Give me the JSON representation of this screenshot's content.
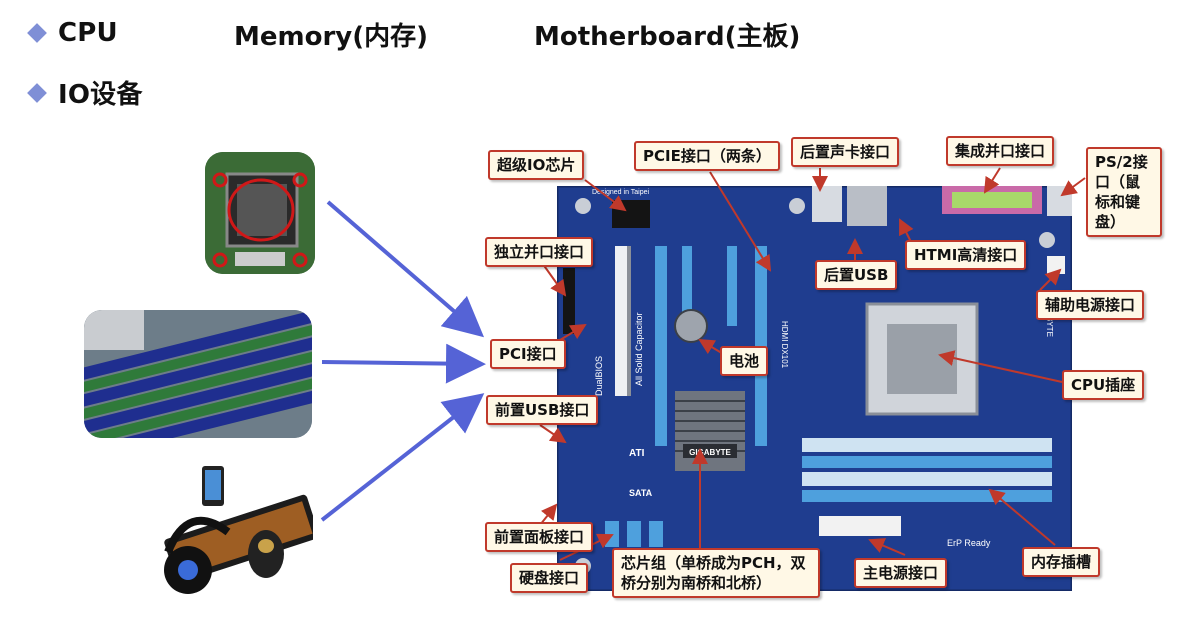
{
  "header": {
    "cpu": "CPU",
    "memory": "Memory(内存)",
    "motherboard": "Motherboard(主板)",
    "io": "IO设备"
  },
  "board": {
    "silk_gigabyte": "GIGABYTE",
    "silk_solid": "All Solid Capacitor",
    "silk_dualbios": "DualBIOS",
    "silk_erp": "ErP Ready",
    "silk_designed": "Designed in Taipei",
    "silk_hdmi": "HDMI DX101",
    "silk_ati": "ATI",
    "silk_sata": "SATA"
  },
  "labels": {
    "super_io": "超级IO芯片",
    "pcie": "PCIE接口（两条）",
    "rear_audio": "后置声卡接口",
    "parallel_int": "集成并口接口",
    "ps2": "PS/2接口（鼠标和键盘）",
    "parallel_ind": "独立并口接口",
    "rear_usb": "后置USB",
    "hdmi": "HTMI高清接口",
    "aux_power": "辅助电源接口",
    "pci": "PCI接口",
    "battery": "电池",
    "cpu_socket": "CPU插座",
    "front_usb": "前置USB接口",
    "front_panel": "前置面板接口",
    "sata": "硬盘接口",
    "chipset": "芯片组（单桥成为PCH，双桥分别为南桥和北桥）",
    "main_power": "主电源接口",
    "mem_slot": "内存插槽"
  },
  "colors": {
    "accent_diamond": "#7f8fd6",
    "arrow": "#5563d6",
    "callout_border": "#c0392b",
    "board": "#1f3d8f"
  }
}
